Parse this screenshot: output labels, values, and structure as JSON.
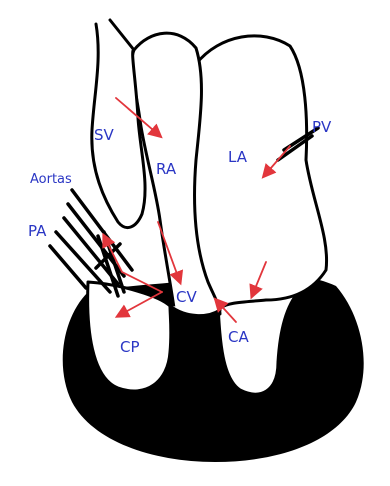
{
  "labels": {
    "sv": "SV",
    "ra": "RA",
    "la": "LA",
    "pv": "PV",
    "aortas": "Aortas",
    "pa": "PA",
    "cv": "CV",
    "ca": "CA",
    "cp": "CP"
  },
  "colors": {
    "label": "#2a36c4",
    "arrow": "#e2363c",
    "ventricle_mass": "#000000",
    "outline": "#000000"
  }
}
